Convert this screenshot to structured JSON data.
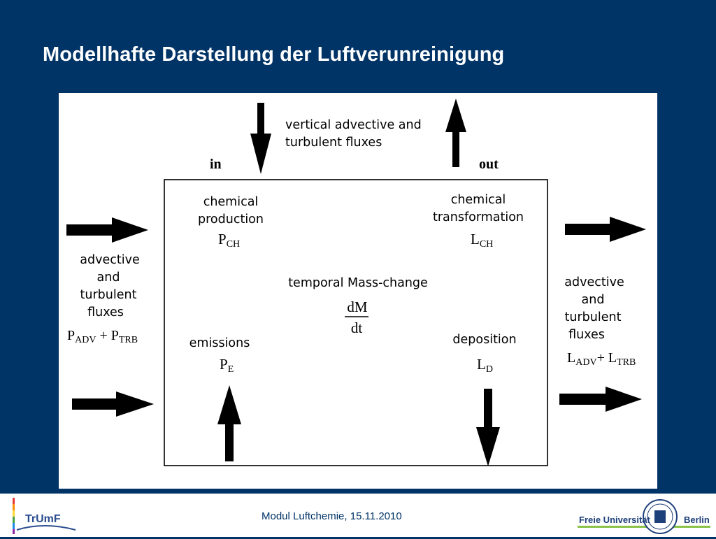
{
  "slide": {
    "title": "Modellhafte Darstellung der Luftverunreinigung"
  },
  "diagram": {
    "in_label": "in",
    "out_label": "out",
    "vertical_fluxes": {
      "line1": "vertical advective and",
      "line2": "turbulent fluxes"
    },
    "chemical_production": {
      "line1": "chemical",
      "line2": "production",
      "symbol": "P",
      "sub": "CH"
    },
    "chemical_transformation": {
      "line1": "chemical",
      "line2": "transformation",
      "symbol": "L",
      "sub": "CH"
    },
    "temporal_change": {
      "label": "temporal Mass-change",
      "numerator": "dM",
      "denominator": "dt"
    },
    "emissions": {
      "label": "emissions",
      "symbol": "P",
      "sub": "E"
    },
    "deposition": {
      "label": "deposition",
      "symbol": "L",
      "sub": "D"
    },
    "left_fluxes": {
      "line1": "advective",
      "line2": "and",
      "line3": "turbulent",
      "line4": "fluxes",
      "sym1": "P",
      "sub1": "ADV",
      "plus": "+",
      "sym2": "P",
      "sub2": "TRB"
    },
    "right_fluxes": {
      "line1": "advective",
      "line2": "and",
      "line3": "turbulent",
      "line4": "fluxes",
      "sym1": "L",
      "sub1": "ADV",
      "plus": "+",
      "sym2": "L",
      "sub2": "TRB"
    }
  },
  "footer": {
    "text": "Modul Luftchemie, 15.11.2010",
    "logo_left": "TrUmF",
    "logo_right_left": "Freie Universität",
    "logo_right_right": "Berlin"
  },
  "colors": {
    "background": "#003366",
    "panel": "#ffffff",
    "arrows": "#000000"
  }
}
